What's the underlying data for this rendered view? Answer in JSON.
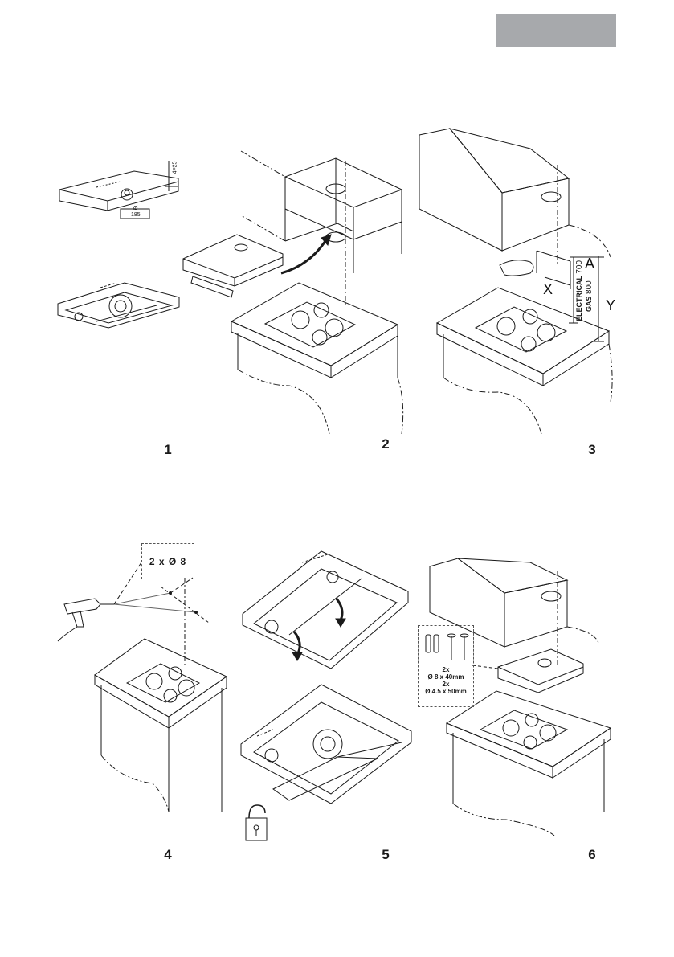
{
  "steps": [
    "1",
    "2",
    "3",
    "4",
    "5",
    "6"
  ],
  "step1": {
    "dim_top": "4=25",
    "dim_hole": "Ø",
    "dim_width": "185"
  },
  "step3": {
    "label_a": "A",
    "label_x": "X",
    "label_y": "Y",
    "electrical_label": "ELECTRICAL",
    "electrical_value": "700",
    "gas_label": "GAS",
    "gas_value": "800"
  },
  "step4": {
    "callout": "2 x Ø 8"
  },
  "step6": {
    "qty1": "2x",
    "spec1": "Ø 8 x 40mm",
    "qty2": "2x",
    "spec2": "Ø 4.5 x 50mm"
  },
  "colors": {
    "header_tab": "#a7a9ac",
    "line": "#1a1a1a"
  }
}
